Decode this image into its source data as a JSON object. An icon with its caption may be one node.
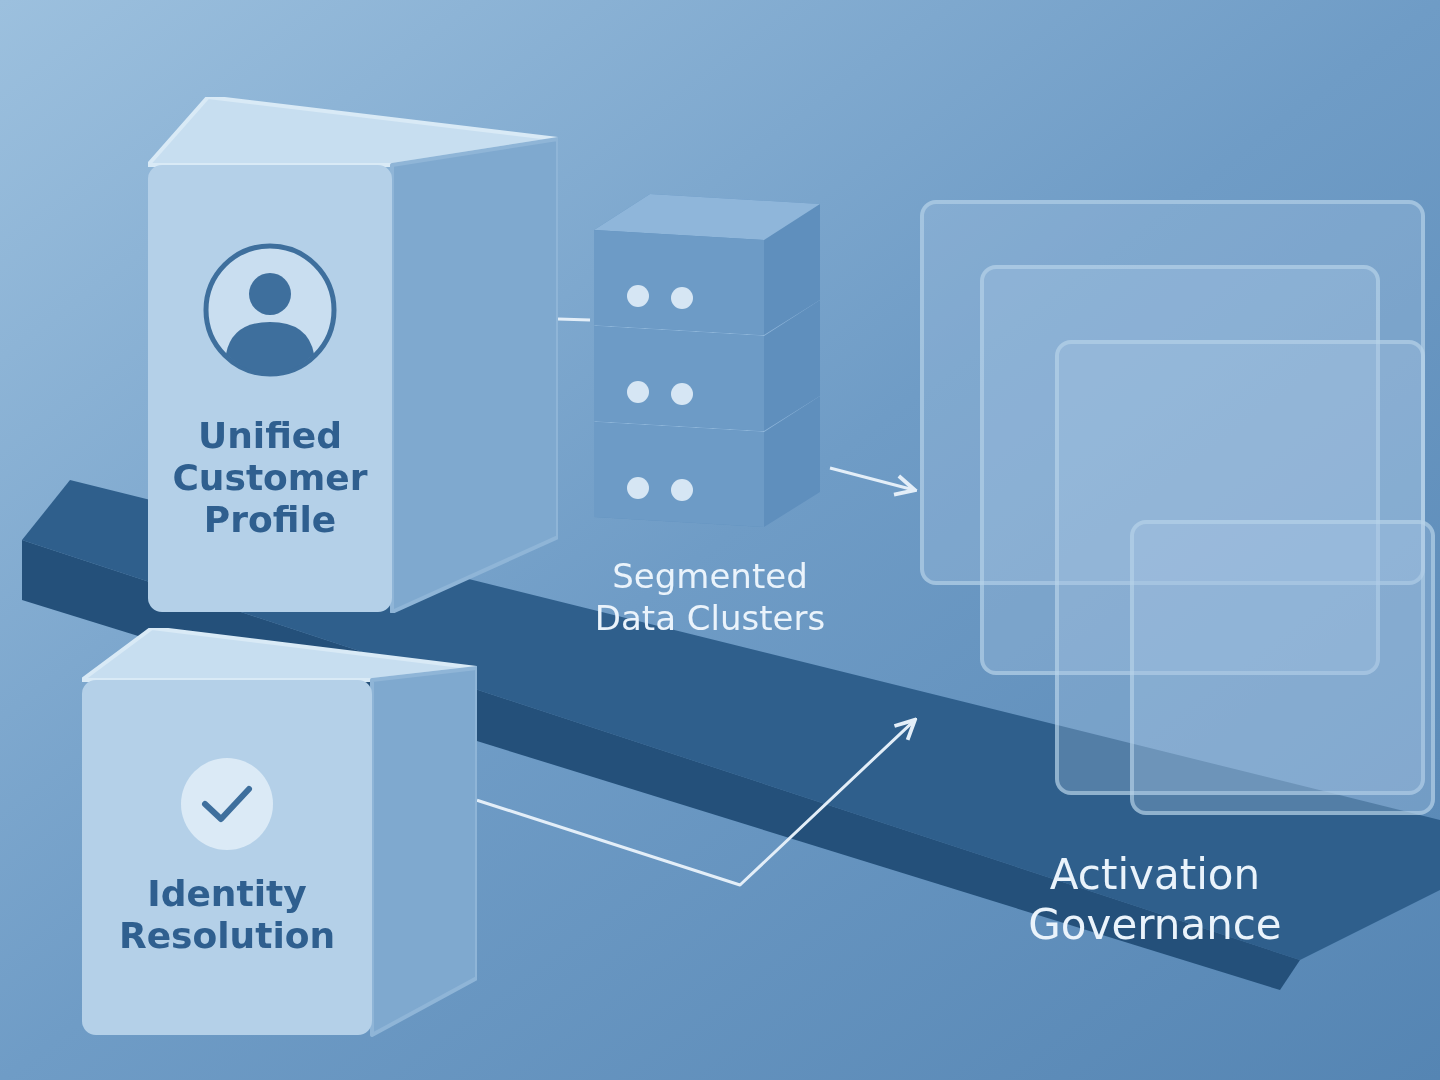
{
  "diagram": {
    "nodes": [
      {
        "text": [
          "Unified Customer Profile"
        ]
      },
      {
        "text": [
          "Segmented Data Clusters"
        ]
      },
      {
        "text": [
          "Activation Governance"
        ]
      },
      {
        "text": [
          "Identity Resolution"
        ]
      }
    ],
    "edges": [
      {
        "from": 0,
        "to": 1,
        "arrow": "none"
      },
      {
        "from": 1,
        "to": 2,
        "arrow": "to"
      },
      {
        "from": 3,
        "to": 2,
        "arrow": "to"
      }
    ]
  }
}
